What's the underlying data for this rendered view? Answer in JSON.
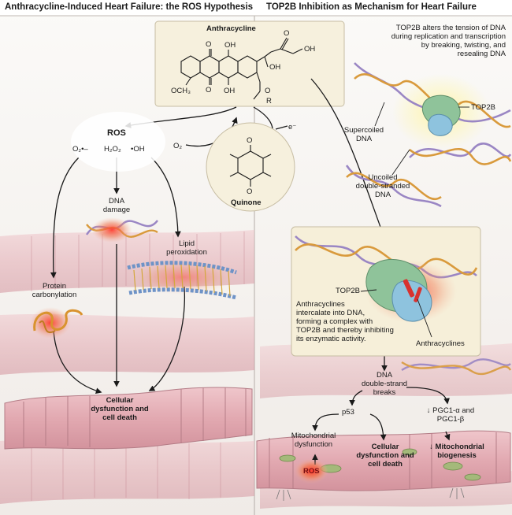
{
  "left_panel": {
    "title": "Anthracycline-Induced Heart Failure: the ROS Hypothesis",
    "ros": {
      "label": "ROS",
      "species": [
        "O₂•–",
        "H₂O₂",
        "•OH"
      ]
    },
    "o2": "O₂",
    "dna_damage": [
      "DNA",
      "damage"
    ],
    "lipid_peroxidation": [
      "Lipid",
      "peroxidation"
    ],
    "protein_carbonylation": [
      "Protein",
      "carbonylation"
    ],
    "outcome": [
      "Cellular",
      "dysfunction and",
      "cell death"
    ]
  },
  "center": {
    "anthracycline": {
      "label": "Anthracycline",
      "groups": {
        "methoxy": "OCH₃",
        "hydroxyl": "OH",
        "ketone": "O",
        "ether": "O",
        "r_group": "R"
      }
    },
    "electron": "e⁻",
    "quinone": {
      "label": "Quinone",
      "oxygen": "O"
    }
  },
  "right_panel": {
    "title": "TOP2B Inhibition as Mechanism for Heart Failure",
    "top2b_description": [
      "TOP2B alters the tension of DNA",
      "during replication and transcription",
      "by breaking, twisting, and",
      "resealing DNA"
    ],
    "top2b_label": "TOP2B",
    "supercoiled": [
      "Supercoiled",
      "DNA"
    ],
    "uncoiled": [
      "Uncoiled",
      "double-stranded",
      "DNA"
    ],
    "inset": {
      "top2b_label": "TOP2B",
      "description": [
        "Anthracyclines",
        "intercalate into DNA,",
        "forming a complex with",
        "TOP2B and thereby inhibiting",
        "its enzymatic activity."
      ],
      "anthracyclines_label": "Anthracyclines"
    },
    "dna_breaks": [
      "DNA",
      "double-strand",
      "breaks"
    ],
    "p53": "p53",
    "pgc": [
      "↓ PGC1-α and",
      "PGC1-β"
    ],
    "mito_dysfunction": [
      "Mitochondrial",
      "dysfunction"
    ],
    "ros": "ROS",
    "cell_death": [
      "Cellular",
      "dysfunction and",
      "cell death"
    ],
    "mito_biogenesis": [
      "↓ Mitochondrial",
      "biogenesis"
    ]
  },
  "colors": {
    "muscle": "#e7b9bf",
    "muscle_dark": "#c98d97",
    "panel_bg": "#f1ece8",
    "inset_bg": "#f6efd9",
    "arrow": "#1a1a1a",
    "dna_purple": "#9a86c4",
    "dna_orange": "#d99a3c",
    "top2b_green": "#8fc39a",
    "top2b_blue": "#8ec3de",
    "ros_red": "#e0393a"
  }
}
